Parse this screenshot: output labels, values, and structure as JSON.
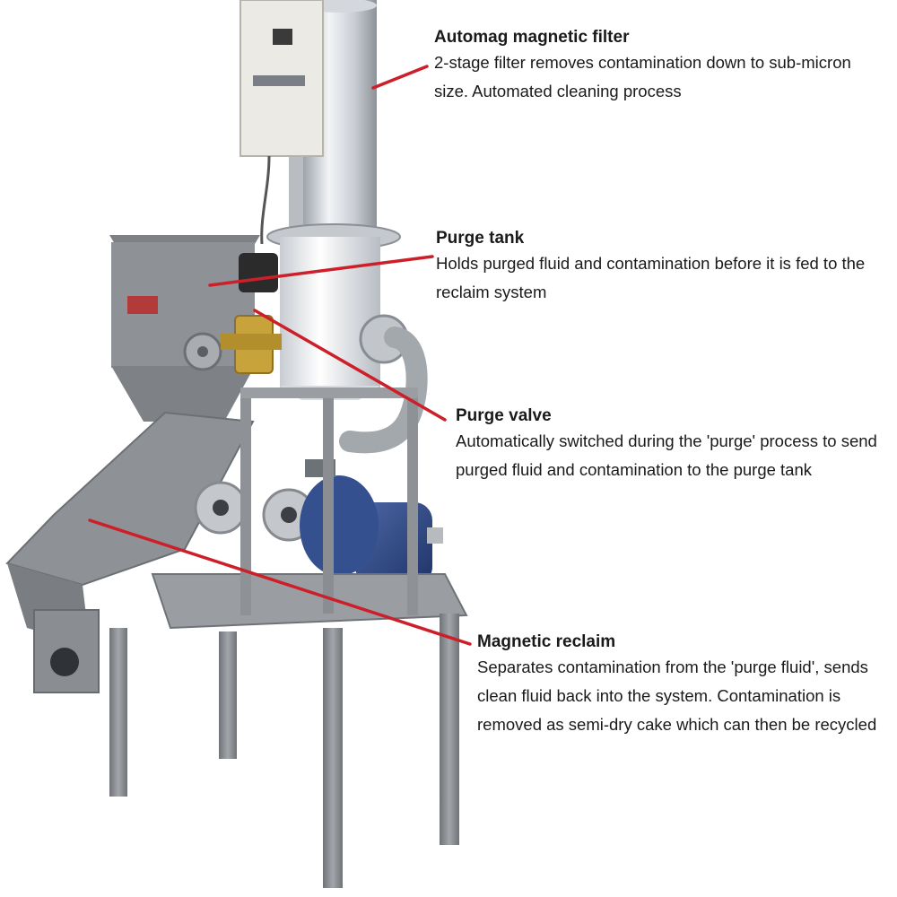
{
  "colors": {
    "leader_line": "#cc1f2a",
    "frame_grey": "#8e9296",
    "frame_dark": "#6f7377",
    "filter_body": "#e8eaee",
    "pump_blue": "#2f4b8a",
    "valve_brass": "#c8a23a",
    "background": "#ffffff"
  },
  "callouts": [
    {
      "title": "Automag magnetic filter",
      "description": "2-stage filter removes contamination down to sub-micron size. Automated cleaning process"
    },
    {
      "title": "Purge tank",
      "description": "Holds purged fluid and contamination before it is fed to the reclaim system"
    },
    {
      "title": "Purge valve",
      "description": "Automatically switched during the 'purge' process to send purged fluid and contamination to the purge tank"
    },
    {
      "title": "Magnetic reclaim",
      "description": "Separates contamination from the 'purge fluid', sends clean fluid back into the system. Contamination is removed as semi-dry cake which can then be recycled"
    }
  ]
}
